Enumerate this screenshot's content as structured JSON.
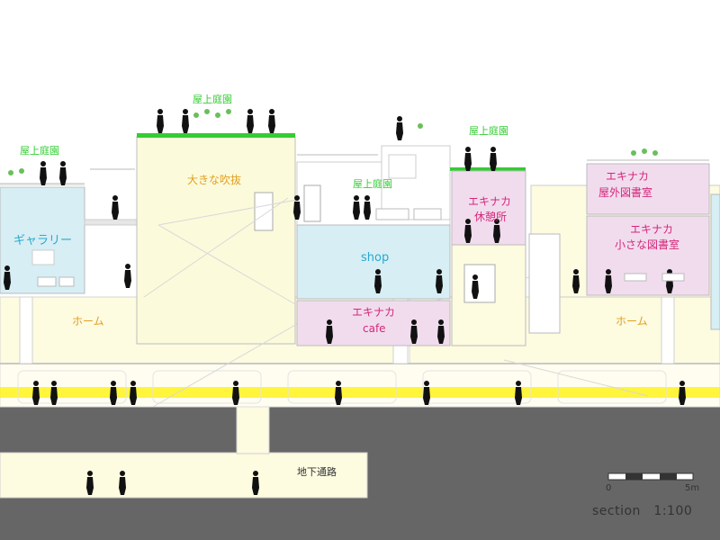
{
  "labels": {
    "roof_garden_left": "屋上庭園",
    "roof_garden_top": "屋上庭園",
    "roof_garden_mid": "屋上庭園",
    "roof_garden_right": "屋上庭園",
    "atrium": "大きな吹抜",
    "gallery": "ギャラリー",
    "shop": "shop",
    "station_rest_area_line1": "エキナカ",
    "station_rest_area_line2": "休憩所",
    "station_cafe_line1": "エキナカ",
    "station_cafe_line2": "cafe",
    "outdoor_library_line1": "エキナカ",
    "outdoor_library_line2": "屋外図書室",
    "small_library_line1": "エキナカ",
    "small_library_line2": "小さな図書室",
    "platform_left": "ホーム",
    "platform_right": "ホーム",
    "underground_passage": "地下通路"
  },
  "scale": {
    "start_label": "0",
    "end_label": "5m",
    "caption": "section　1:100"
  },
  "colors": {
    "roof_green": "#33cc33",
    "platform_cream": "#fdfbe0",
    "atrium_cream": "#fbfadb",
    "gallery_blue": "#d6eef4",
    "shop_blue": "#d6eef4",
    "library_pink": "#f1dcee",
    "cafe_pink": "#f1dcee",
    "track_yellow": "#fff200",
    "ground_gray": "#666666",
    "passage_cream": "#fdfbe0"
  }
}
